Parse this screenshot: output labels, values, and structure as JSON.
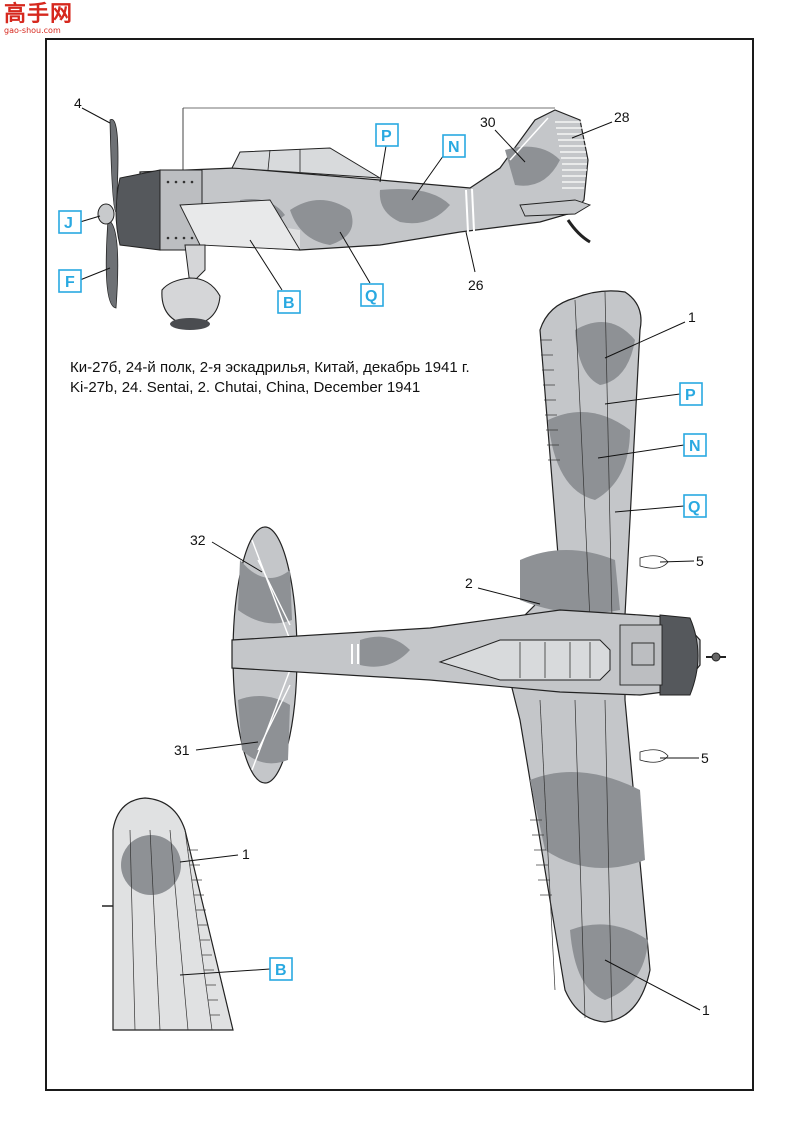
{
  "watermark": {
    "main": "高手网",
    "sub": "gao-shou.com"
  },
  "caption": {
    "ru": "Ки-27б, 24-й полк, 2-я эскадрилья, Китай, декабрь 1941 г.",
    "en": "Ki-27b, 24. Sentai, 2. Chutai, China, December 1941"
  },
  "colors": {
    "camo_light": "#c4c6c9",
    "camo_dark": "#8e9195",
    "underside": "#e0e1e2",
    "engine": "#55585c",
    "callout": "#29a9e1"
  },
  "profile_labels": {
    "n4": "4",
    "j": "J",
    "f": "F",
    "p": "P",
    "n": "N",
    "n30": "30",
    "n28": "28",
    "b": "B",
    "q": "Q",
    "n26": "26"
  },
  "plan_labels": {
    "n1_top": "1",
    "p": "P",
    "n": "N",
    "q": "Q",
    "n5_top": "5",
    "n2": "2",
    "n32": "32",
    "n31": "31",
    "n5_bottom": "5",
    "n1_bottom": "1"
  },
  "underwing_labels": {
    "n1": "1",
    "b": "B"
  }
}
